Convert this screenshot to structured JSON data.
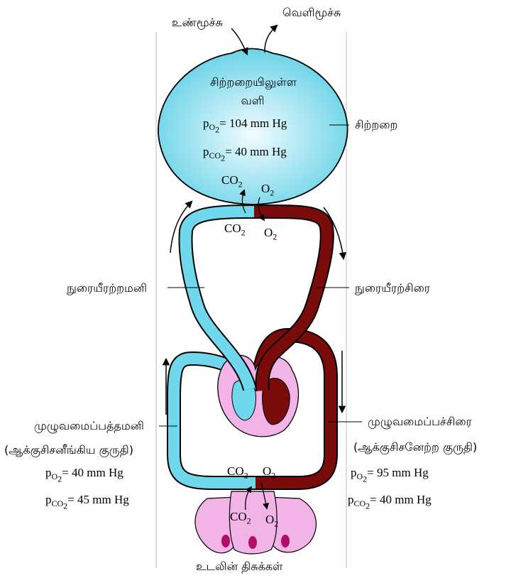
{
  "labels": {
    "inhalation": "உண்மூச்சு",
    "exhalation": "வெளிமூச்சு",
    "alveolus": "சிற்றறை",
    "alveolar_air_line1": "சிற்றறையிலுள்ள",
    "alveolar_air_line2": "வளி",
    "pulmonary_artery": "நுரையீரற்றமனி",
    "pulmonary_vein": "நுரையீரற்சிரை",
    "systemic_artery": "முழுவமைப்பத்தமனி",
    "systemic_artery_note": "(ஆக்குசிசனீங்கிய குருதி)",
    "systemic_vein": "முழுவமைப்பச்சிரை",
    "systemic_vein_note": "(ஆக்குசிசனேற்ற குருதி)",
    "body_tissues": "உடலின் திசுக்கள்"
  },
  "gases": {
    "co2": "CO",
    "o2": "O",
    "subscript": "2"
  },
  "pressures": {
    "p": "p",
    "o2_sub": "O",
    "co2_sub": "CO",
    "alveolar_po2": "= 104 mm Hg",
    "alveolar_pco2": "= 40 mm Hg",
    "left_po2": "= 40 mm Hg",
    "left_pco2": "= 45 mm Hg",
    "right_po2": "= 95 mm Hg",
    "right_pco2": "= 40 mm Hg"
  },
  "colors": {
    "deoxygenated": "#6fd8ec",
    "oxygenated": "#7a0b0b",
    "alveolus_fill": "#6fd8ec",
    "heart": "#f2b3e6",
    "tissue": "#f2b3e6",
    "nucleus": "#b30d6b"
  }
}
